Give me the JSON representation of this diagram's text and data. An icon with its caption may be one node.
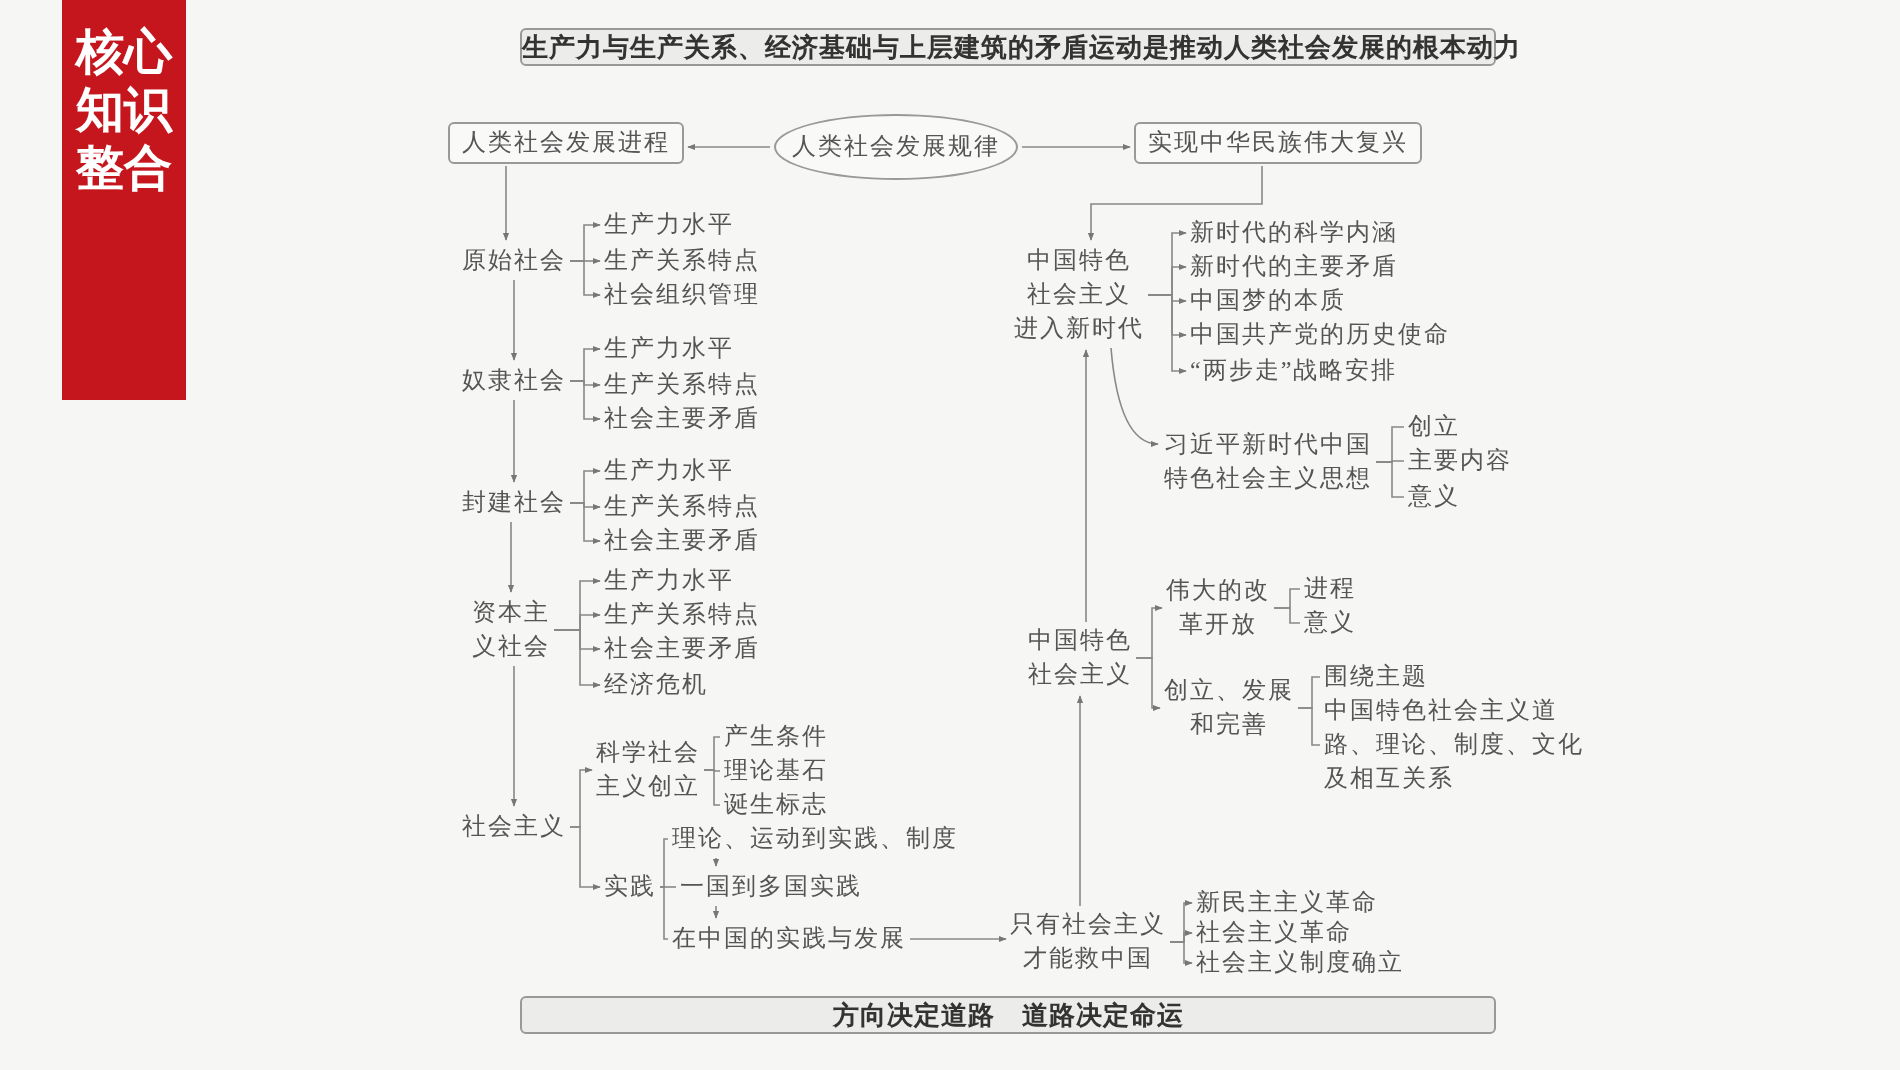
{
  "diagram": {
    "title": "核心知识整合",
    "nodes": [
      {
        "text": [
          "生产力与生产关系、经济基础与上层建筑的矛盾运动是推动人类社会发展的根本动力"
        ]
      },
      {
        "text": [
          "人类社会发展规律"
        ]
      },
      {
        "text": [
          "人类社会发展进程"
        ]
      },
      {
        "text": [
          "实现中华民族伟大复兴"
        ]
      },
      {
        "text": [
          "原始社会"
        ]
      },
      {
        "text": [
          "生产力水平"
        ]
      },
      {
        "text": [
          "生产关系特点"
        ]
      },
      {
        "text": [
          "社会组织管理"
        ]
      },
      {
        "text": [
          "奴隶社会"
        ]
      },
      {
        "text": [
          "生产力水平"
        ]
      },
      {
        "text": [
          "生产关系特点"
        ]
      },
      {
        "text": [
          "社会主要矛盾"
        ]
      },
      {
        "text": [
          "封建社会"
        ]
      },
      {
        "text": [
          "生产力水平"
        ]
      },
      {
        "text": [
          "生产关系特点"
        ]
      },
      {
        "text": [
          "社会主要矛盾"
        ]
      },
      {
        "text": [
          "资本主义社会"
        ]
      },
      {
        "text": [
          "生产力水平"
        ]
      },
      {
        "text": [
          "生产关系特点"
        ]
      },
      {
        "text": [
          "社会主要矛盾"
        ]
      },
      {
        "text": [
          "经济危机"
        ]
      },
      {
        "text": [
          "社会主义"
        ]
      },
      {
        "text": [
          "科学社会主义创立"
        ]
      },
      {
        "text": [
          "产生条件"
        ]
      },
      {
        "text": [
          "理论基石"
        ]
      },
      {
        "text": [
          "诞生标志"
        ]
      },
      {
        "text": [
          "实践"
        ]
      },
      {
        "text": [
          "理论、运动到实践、制度"
        ]
      },
      {
        "text": [
          "一国到多国实践"
        ]
      },
      {
        "text": [
          "在中国的实践与发展"
        ]
      },
      {
        "text": [
          "只有社会主义才能救中国"
        ]
      },
      {
        "text": [
          "新民主主义革命"
        ]
      },
      {
        "text": [
          "社会主义革命"
        ]
      },
      {
        "text": [
          "社会主义制度确立"
        ]
      },
      {
        "text": [
          "中国特色社会主义"
        ]
      },
      {
        "text": [
          "伟大的改革开放"
        ]
      },
      {
        "text": [
          "进程"
        ]
      },
      {
        "text": [
          "意义"
        ]
      },
      {
        "text": [
          "创立、发展和完善"
        ]
      },
      {
        "text": [
          "围绕主题"
        ]
      },
      {
        "text": [
          "中国特色社会主义道路、理论、制度、文化及相互关系"
        ]
      },
      {
        "text": [
          "中国特色社会主义进入新时代"
        ]
      },
      {
        "text": [
          "新时代的科学内涵"
        ]
      },
      {
        "text": [
          "新时代的主要矛盾"
        ]
      },
      {
        "text": [
          "中国梦的本质"
        ]
      },
      {
        "text": [
          "中国共产党的历史使命"
        ]
      },
      {
        "text": [
          "“两步走”战略安排"
        ]
      },
      {
        "text": [
          "习近平新时代中国特色社会主义思想"
        ]
      },
      {
        "text": [
          "创立"
        ]
      },
      {
        "text": [
          "主要内容"
        ]
      },
      {
        "text": [
          "意义"
        ]
      },
      {
        "text": [
          "方向决定道路　道路决定命运"
        ]
      }
    ],
    "edges": [
      {
        "from": 1,
        "to": 2,
        "arrow": "to"
      },
      {
        "from": 1,
        "to": 3,
        "arrow": "to"
      },
      {
        "from": 2,
        "to": 4,
        "arrow": "to"
      },
      {
        "from": 4,
        "to": 5,
        "arrow": "to"
      },
      {
        "from": 4,
        "to": 6,
        "arrow": "to"
      },
      {
        "from": 4,
        "to": 7,
        "arrow": "to"
      },
      {
        "from": 4,
        "to": 8,
        "arrow": "to"
      },
      {
        "from": 8,
        "to": 9,
        "arrow": "to"
      },
      {
        "from": 8,
        "to": 10,
        "arrow": "to"
      },
      {
        "from": 8,
        "to": 11,
        "arrow": "to"
      },
      {
        "from": 8,
        "to": 12,
        "arrow": "to"
      },
      {
        "from": 12,
        "to": 13,
        "arrow": "to"
      },
      {
        "from": 12,
        "to": 14,
        "arrow": "to"
      },
      {
        "from": 12,
        "to": 15,
        "arrow": "to"
      },
      {
        "from": 12,
        "to": 16,
        "arrow": "to"
      },
      {
        "from": 16,
        "to": 17,
        "arrow": "to"
      },
      {
        "from": 16,
        "to": 18,
        "arrow": "to"
      },
      {
        "from": 16,
        "to": 19,
        "arrow": "to"
      },
      {
        "from": 16,
        "to": 20,
        "arrow": "to"
      },
      {
        "from": 16,
        "to": 21,
        "arrow": "to"
      },
      {
        "from": 21,
        "to": 22,
        "arrow": "to"
      },
      {
        "from": 21,
        "to": 26,
        "arrow": "to"
      },
      {
        "from": 22,
        "to": 23,
        "arrow": "none"
      },
      {
        "from": 22,
        "to": 24,
        "arrow": "none"
      },
      {
        "from": 22,
        "to": 25,
        "arrow": "none"
      },
      {
        "from": 26,
        "to": 27,
        "arrow": "none"
      },
      {
        "from": 26,
        "to": 28,
        "arrow": "none"
      },
      {
        "from": 26,
        "to": 29,
        "arrow": "none"
      },
      {
        "from": 27,
        "to": 28,
        "arrow": "to"
      },
      {
        "from": 28,
        "to": 29,
        "arrow": "to"
      },
      {
        "from": 29,
        "to": 30,
        "arrow": "to"
      },
      {
        "from": 30,
        "to": 31,
        "arrow": "to"
      },
      {
        "from": 30,
        "to": 32,
        "arrow": "to"
      },
      {
        "from": 30,
        "to": 33,
        "arrow": "to"
      },
      {
        "from": 30,
        "to": 34,
        "arrow": "to"
      },
      {
        "from": 34,
        "to": 35,
        "arrow": "to"
      },
      {
        "from": 34,
        "to": 38,
        "arrow": "to"
      },
      {
        "from": 35,
        "to": 36,
        "arrow": "none"
      },
      {
        "from": 35,
        "to": 37,
        "arrow": "none"
      },
      {
        "from": 38,
        "to": 39,
        "arrow": "none"
      },
      {
        "from": 38,
        "to": 40,
        "arrow": "none"
      },
      {
        "from": 34,
        "to": 41,
        "arrow": "to"
      },
      {
        "from": 41,
        "to": 42,
        "arrow": "to"
      },
      {
        "from": 41,
        "to": 43,
        "arrow": "to"
      },
      {
        "from": 41,
        "to": 44,
        "arrow": "to"
      },
      {
        "from": 41,
        "to": 45,
        "arrow": "to"
      },
      {
        "from": 41,
        "to": 46,
        "arrow": "to"
      },
      {
        "from": 41,
        "to": 47,
        "arrow": "to"
      },
      {
        "from": 47,
        "to": 48,
        "arrow": "none"
      },
      {
        "from": 47,
        "to": 49,
        "arrow": "none"
      },
      {
        "from": 47,
        "to": 50,
        "arrow": "none"
      },
      {
        "from": 3,
        "to": 41,
        "arrow": "to"
      }
    ]
  }
}
